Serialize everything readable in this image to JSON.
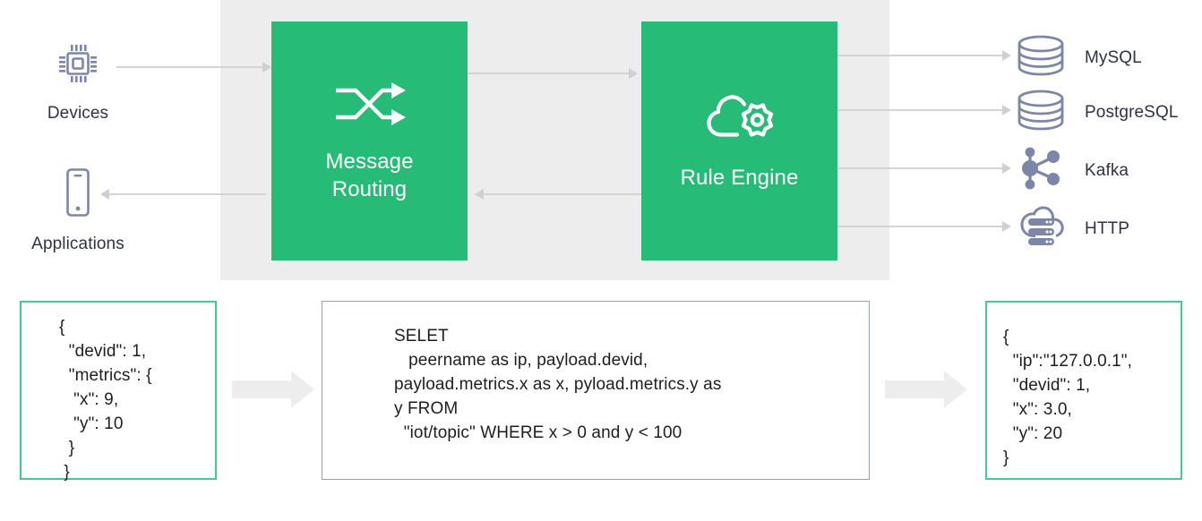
{
  "diagram": {
    "title": "EMQX Rule Engine data flow",
    "colors": {
      "green_box": "#26bb77",
      "green_border": "#3ecf8e",
      "blue_border": "#93a0bd",
      "panel_grey": "#ededed",
      "icon_grey": "#7b86a8",
      "text_dark": "#2b3445",
      "connector": "#d4d4d4"
    }
  },
  "left_nodes": [
    {
      "icon": "chip-icon",
      "label": "Devices"
    },
    {
      "icon": "smartphone-icon",
      "label": "Applications"
    }
  ],
  "process_boxes": [
    {
      "icon": "shuffle-routing-icon",
      "label": "Message\nRouting"
    },
    {
      "icon": "cloud-gear-icon",
      "label": "Rule Engine"
    }
  ],
  "right_nodes": [
    {
      "icon": "database-cylinder-icon",
      "label": "MySQL"
    },
    {
      "icon": "database-cylinder-icon",
      "label": "PostgreSQL"
    },
    {
      "icon": "kafka-node-graph-icon",
      "label": "Kafka"
    },
    {
      "icon": "cloud-server-icon",
      "label": "HTTP"
    }
  ],
  "bottom_panels": {
    "input_json": "{\n  \"devid\": 1,\n  \"metrics\": {\n   \"x\": 9,\n   \"y\": 10\n  }\n }",
    "sql_rule": "SELET\n   peername as ip, payload.devid,\npayload.metrics.x as x, pyload.metrics.y as\ny FROM\n  \"iot/topic\" WHERE x > 0 and y < 100",
    "output_json": "{\n  \"ip\":\"127.0.0.1\",\n  \"devid\": 1,\n  \"x\": 3.0,\n  \"y\": 20\n}"
  }
}
